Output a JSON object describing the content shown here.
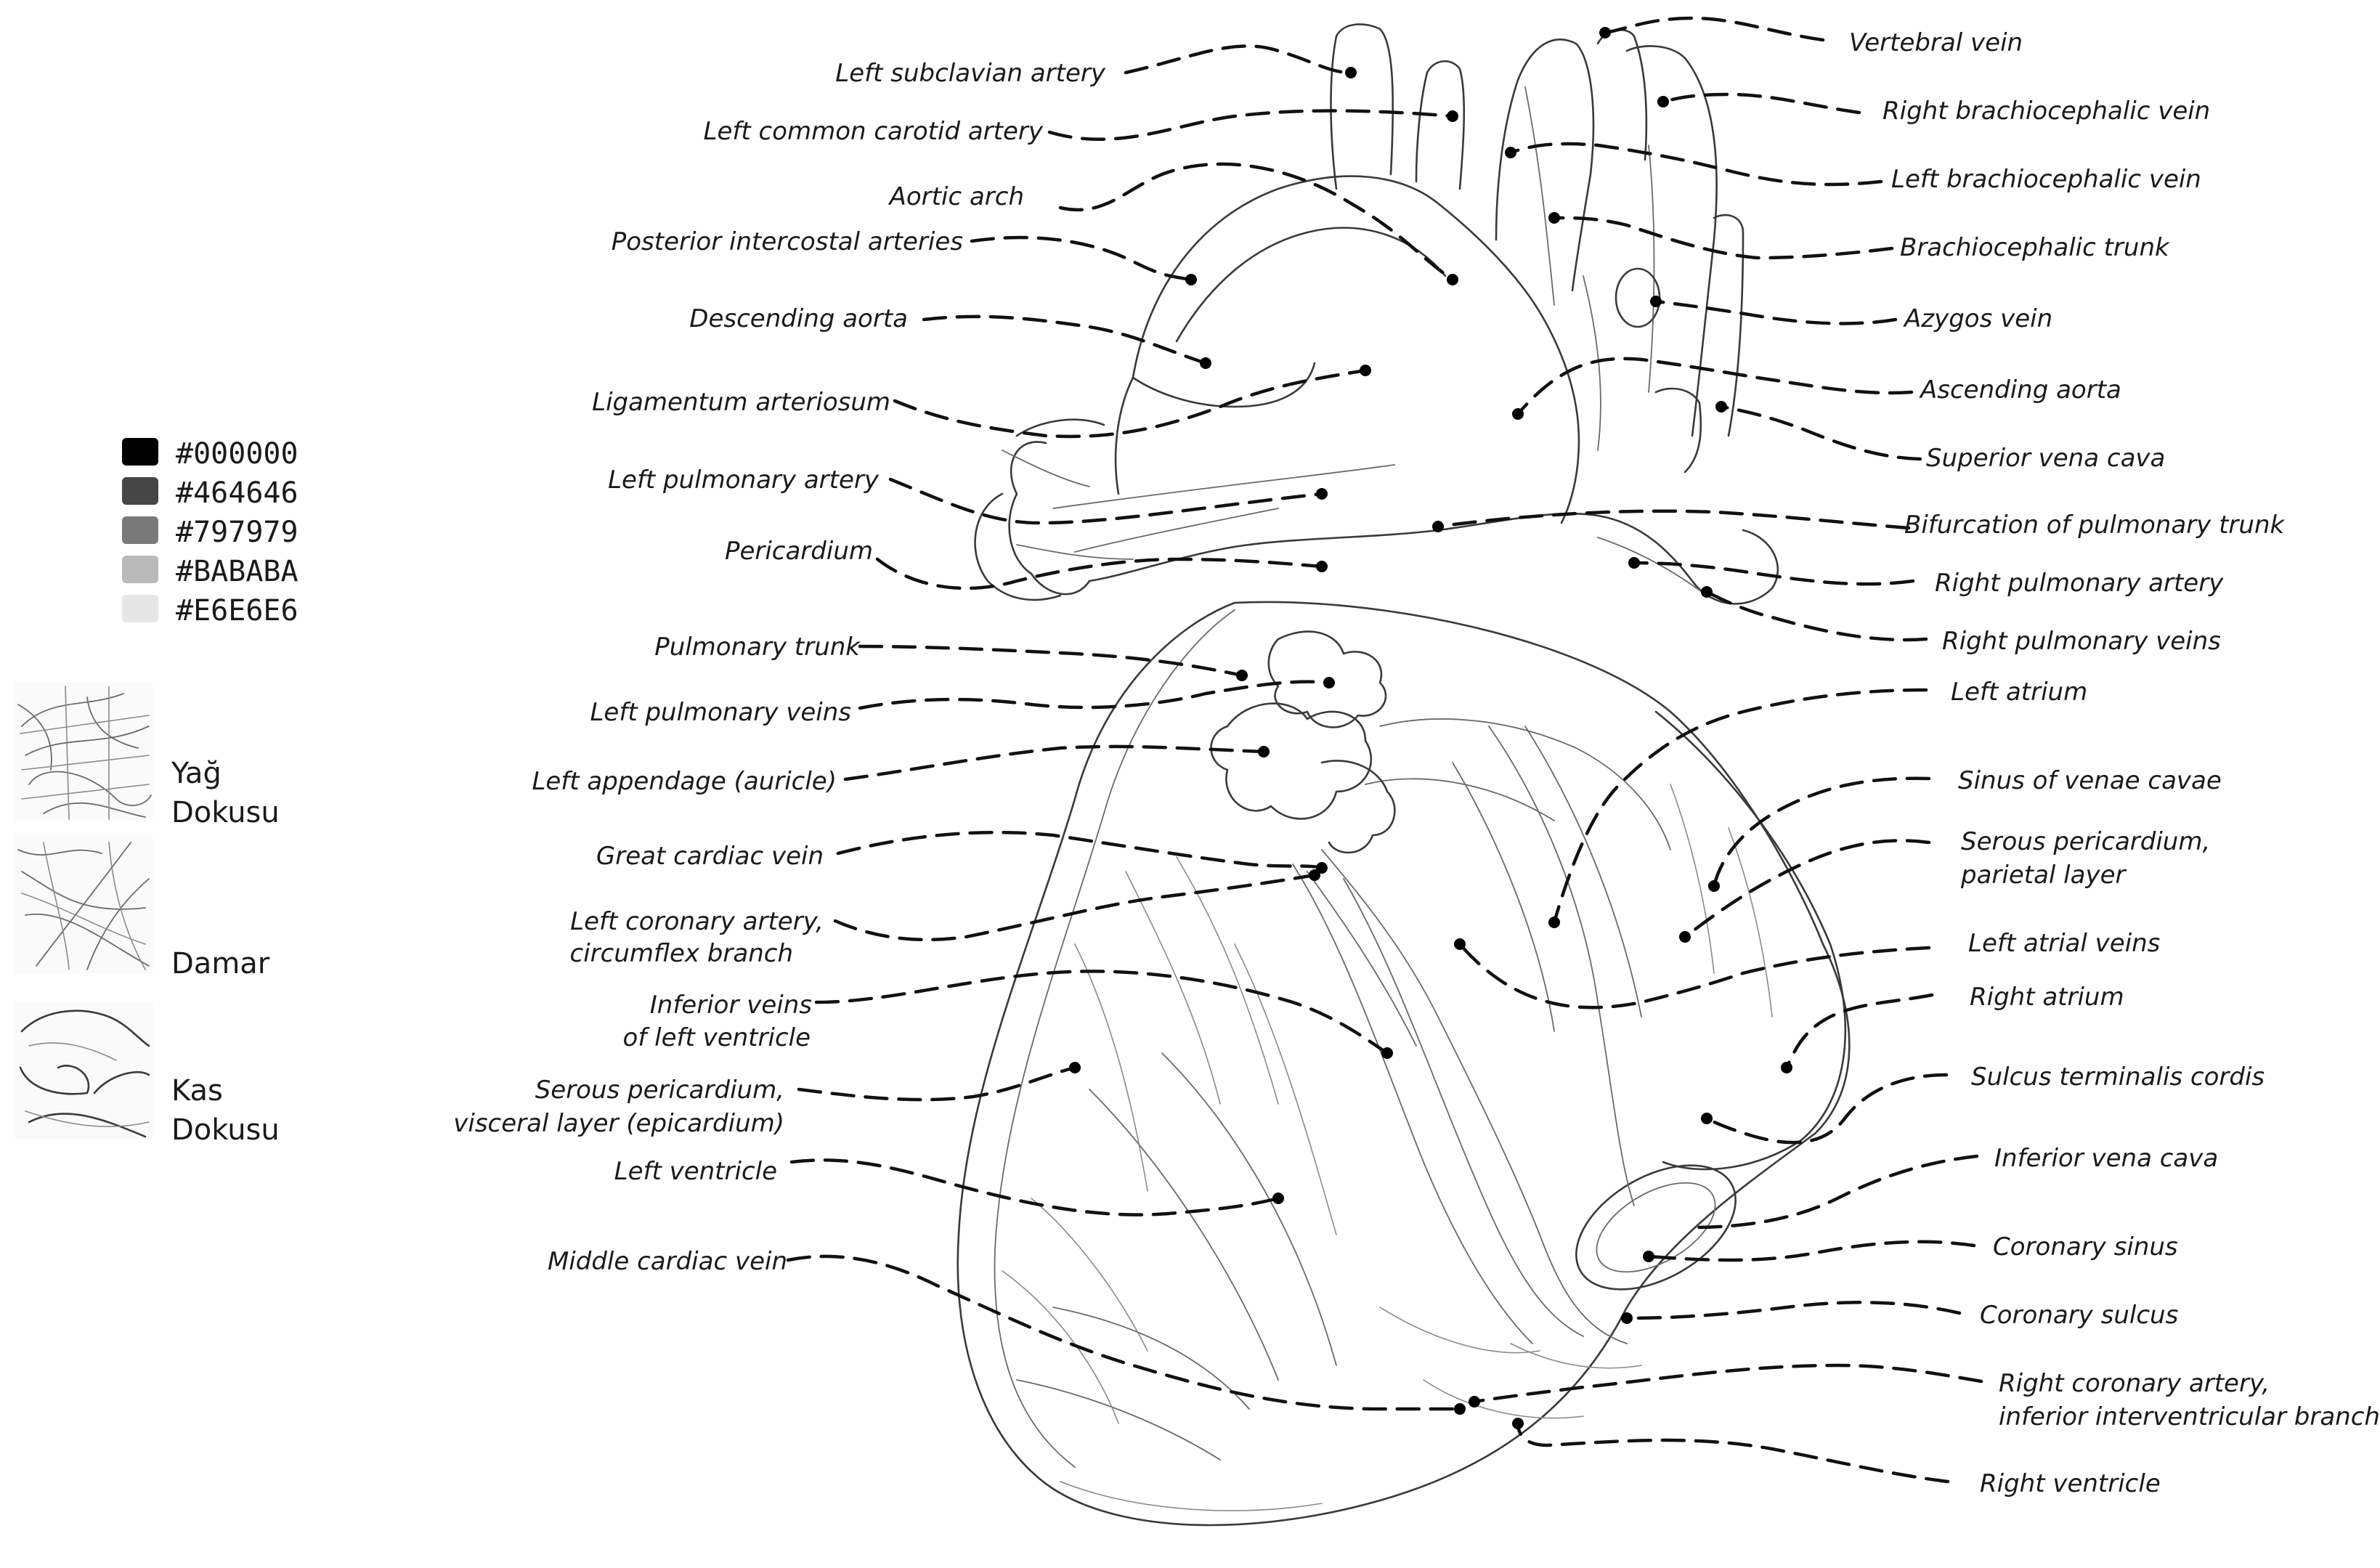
{
  "palette": [
    {
      "hex": "#000000",
      "label": "#000000"
    },
    {
      "hex": "#464646",
      "label": "#464646"
    },
    {
      "hex": "#797979",
      "label": "#797979"
    },
    {
      "hex": "#BABABA",
      "label": "#BABABA"
    },
    {
      "hex": "#E6E6E6",
      "label": "#E6E6E6"
    }
  ],
  "textures": [
    {
      "line1": "Yağ",
      "line2": "Dokusu"
    },
    {
      "line1": "Damar",
      "line2": ""
    },
    {
      "line1": "Kas",
      "line2": "Dokusu"
    }
  ],
  "labels_left": [
    {
      "line1": "Left subclavian artery",
      "line2": ""
    },
    {
      "line1": "Left common carotid artery",
      "line2": ""
    },
    {
      "line1": "Aortic arch",
      "line2": ""
    },
    {
      "line1": "Posterior intercostal arteries",
      "line2": ""
    },
    {
      "line1": "Descending aorta",
      "line2": ""
    },
    {
      "line1": "Ligamentum arteriosum",
      "line2": ""
    },
    {
      "line1": "Left pulmonary artery",
      "line2": ""
    },
    {
      "line1": "Pericardium",
      "line2": ""
    },
    {
      "line1": "Pulmonary trunk",
      "line2": ""
    },
    {
      "line1": "Left pulmonary veins",
      "line2": ""
    },
    {
      "line1": "Left appendage (auricle)",
      "line2": ""
    },
    {
      "line1": "Great cardiac vein",
      "line2": ""
    },
    {
      "line1": "Left coronary artery,",
      "line2": "circumflex branch"
    },
    {
      "line1": "Inferior veins",
      "line2": "of left ventricle"
    },
    {
      "line1": "Serous pericardium,",
      "line2": "visceral layer (epicardium)"
    },
    {
      "line1": "Left ventricle",
      "line2": ""
    },
    {
      "line1": "Middle cardiac vein",
      "line2": ""
    }
  ],
  "labels_right": [
    {
      "line1": "Vertebral vein",
      "line2": ""
    },
    {
      "line1": "Right brachiocephalic vein",
      "line2": ""
    },
    {
      "line1": "Left brachiocephalic vein",
      "line2": ""
    },
    {
      "line1": "Brachiocephalic trunk",
      "line2": ""
    },
    {
      "line1": "Azygos vein",
      "line2": ""
    },
    {
      "line1": "Ascending aorta",
      "line2": ""
    },
    {
      "line1": "Superior vena cava",
      "line2": ""
    },
    {
      "line1": "Bifurcation of pulmonary trunk",
      "line2": ""
    },
    {
      "line1": "Right pulmonary artery",
      "line2": ""
    },
    {
      "line1": "Right pulmonary veins",
      "line2": ""
    },
    {
      "line1": "Left atrium",
      "line2": ""
    },
    {
      "line1": "Sinus of venae cavae",
      "line2": ""
    },
    {
      "line1": "Serous pericardium,",
      "line2": "parietal layer"
    },
    {
      "line1": "Left atrial veins",
      "line2": ""
    },
    {
      "line1": "Right atrium",
      "line2": ""
    },
    {
      "line1": "Sulcus terminalis cordis",
      "line2": ""
    },
    {
      "line1": "Inferior vena cava",
      "line2": ""
    },
    {
      "line1": "Coronary sinus",
      "line2": ""
    },
    {
      "line1": "Coronary sulcus",
      "line2": ""
    },
    {
      "line1": "Right coronary artery,",
      "line2": "inferior interventricular branch"
    },
    {
      "line1": "Right ventricle",
      "line2": ""
    }
  ]
}
